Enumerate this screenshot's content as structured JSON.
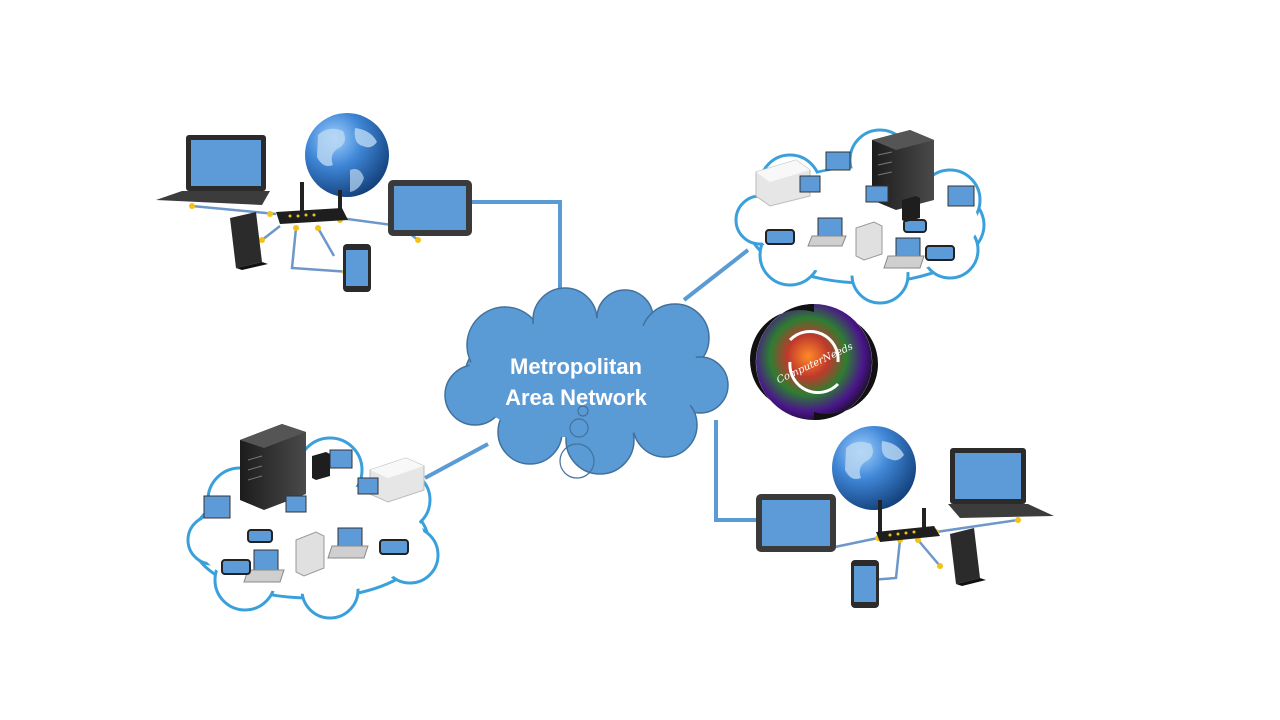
{
  "diagram": {
    "center_label_line1": "Metropolitan",
    "center_label_line2": "Area Network",
    "logo_text": "ComputerNeeds",
    "colors": {
      "cloud_fill": "#5b9bd5",
      "cloud_stroke": "#41719c",
      "link_line": "#5b9bd5",
      "lan_cloud_outline": "#3aa0dc",
      "screen": "#5d9bd8",
      "device_dark": "#2e2e2e",
      "connector": "#f2c218",
      "globe": "#2f6fbf"
    },
    "nodes": [
      {
        "id": "lan-top-left",
        "type": "home-network",
        "devices": [
          "laptop-icon",
          "globe-icon",
          "router-icon",
          "tablet-icon",
          "desktop-tower-icon",
          "smartphone-icon"
        ]
      },
      {
        "id": "lan-top-right",
        "type": "office-network-cloud",
        "devices": [
          "server-rack-icon",
          "printer-icon",
          "desktop-icon",
          "laptop-icon",
          "smartphone-icon",
          "tower-pc-icon"
        ]
      },
      {
        "id": "lan-bottom-left",
        "type": "office-network-cloud",
        "devices": [
          "server-rack-icon",
          "printer-icon",
          "desktop-icon",
          "laptop-icon",
          "smartphone-icon",
          "tower-pc-icon"
        ]
      },
      {
        "id": "lan-bottom-right",
        "type": "home-network",
        "devices": [
          "laptop-icon",
          "globe-icon",
          "router-icon",
          "tablet-icon",
          "desktop-tower-icon",
          "smartphone-icon"
        ]
      }
    ]
  }
}
